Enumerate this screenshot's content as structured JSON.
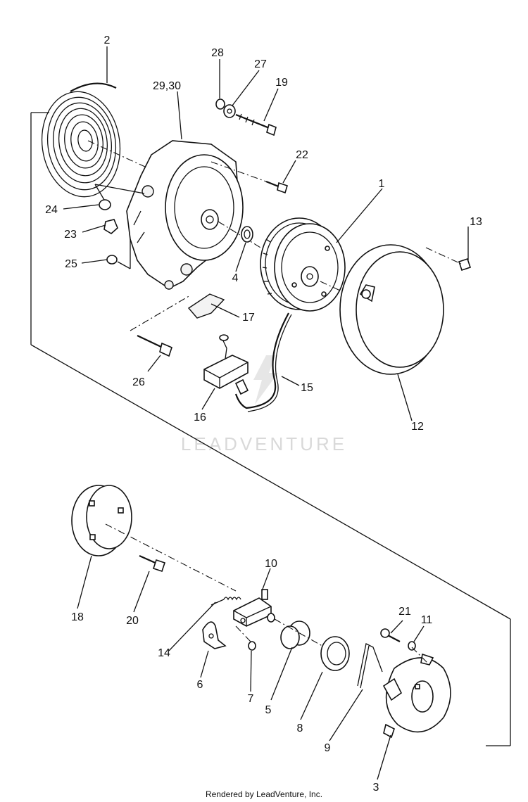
{
  "watermark": "LEADVENTURE",
  "footer": "Rendered by LeadVenture, Inc.",
  "callouts": {
    "c1": "1",
    "c2": "2",
    "c3": "3",
    "c4": "4",
    "c5": "5",
    "c6": "6",
    "c7": "7",
    "c8": "8",
    "c9": "9",
    "c10": "10",
    "c11": "11",
    "c12": "12",
    "c13": "13",
    "c14": "14",
    "c15": "15",
    "c16": "16",
    "c17": "17",
    "c18": "18",
    "c19": "19",
    "c20": "20",
    "c21": "21",
    "c22": "22",
    "c23": "23",
    "c24": "24",
    "c25": "25",
    "c26": "26",
    "c27": "27",
    "c28": "28",
    "c29_30": "29,30"
  }
}
